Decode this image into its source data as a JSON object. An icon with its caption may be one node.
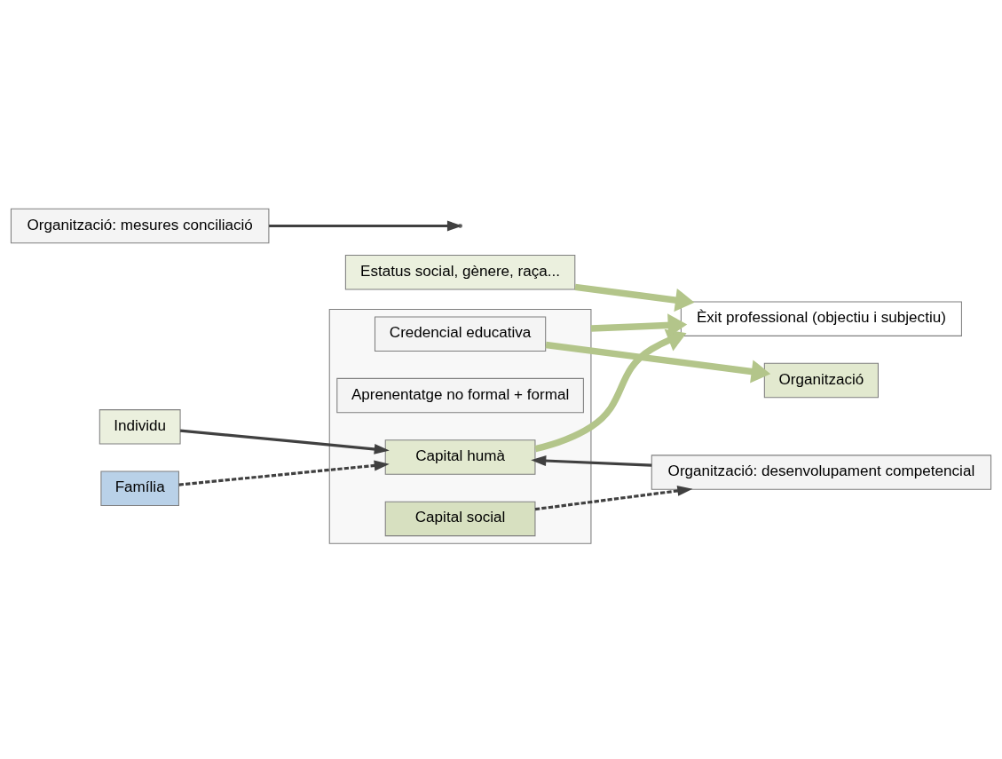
{
  "diagram": {
    "nodes": [
      {
        "text": [
          "Estatus social, gènere, raça..."
        ]
      },
      {
        "text": [
          "Individu"
        ]
      },
      {
        "text": [],
        "shape": "box"
      },
      {
        "text": [
          "Capital humà"
        ],
        "in": 2
      },
      {
        "text": [
          "Aprenentatge no formal + formal"
        ],
        "in": 2
      },
      {
        "text": [
          "Credencial educativa"
        ],
        "in": 2
      },
      {
        "text": [
          "Capital social"
        ],
        "in": 2
      },
      {
        "text": [
          "Èxit professional (objectiu i subjectiu)"
        ]
      },
      {
        "text": [
          "Organització"
        ]
      },
      {
        "text": [
          "Organització: desenvolupament competencial"
        ]
      },
      {
        "text": [
          "Organització: mesures conciliació"
        ]
      },
      {
        "text": [
          "Família"
        ]
      }
    ],
    "edges": [
      {
        "from": 0,
        "to": 7,
        "arrow": "to",
        "style": "thick",
        "color": "#b3c58a"
      },
      {
        "from": 3,
        "to": 7,
        "arrow": "to",
        "style": "thick",
        "color": "#b3c58a"
      },
      {
        "from": 2,
        "to": 7,
        "arrow": "to",
        "style": "thick",
        "color": "#b3c58a"
      },
      {
        "from": 5,
        "to": 8,
        "arrow": "to",
        "style": "thick",
        "color": "#b3c58a"
      },
      {
        "from": 1,
        "to": 3,
        "arrow": "to"
      },
      {
        "from": 9,
        "to": 3,
        "arrow": "to"
      },
      {
        "from": 6,
        "to": 9,
        "arrow": "to",
        "style": "dashed"
      },
      {
        "from": 11,
        "to": 3,
        "arrow": "to",
        "style": "dashed"
      },
      {
        "from": 10,
        "to": null,
        "arrow": "to"
      }
    ]
  }
}
